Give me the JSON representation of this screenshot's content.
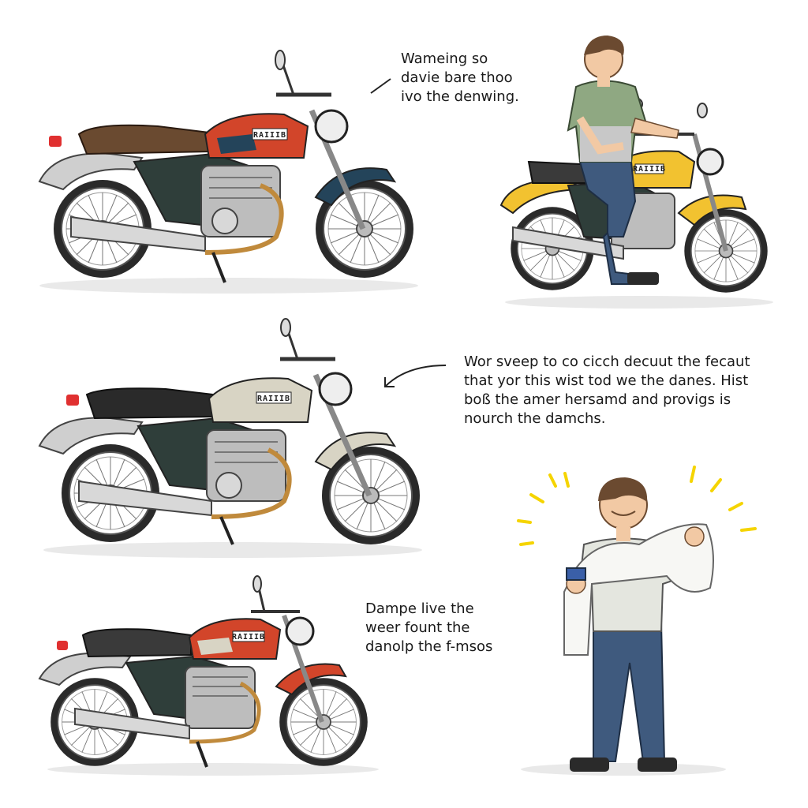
{
  "captions": {
    "top": [
      "Wameing so",
      "davie bare thoo",
      "ivo the denwing."
    ],
    "middle": [
      "Wor sveep to co cicch decuut the fecaut",
      "that yor this wist tod we the danes. Hist",
      "boß the amer hersamd and provigs is",
      "nourch the damchs."
    ],
    "bottom": [
      "Dampe live the",
      "weer fount the",
      "danolp the f-msos"
    ]
  },
  "badges": {
    "bike1": "RAIIIB",
    "bike2": "RAIIIB",
    "bike3": "RAIIIB",
    "bike4": "RAIIIB"
  },
  "colors": {
    "bike1_tank": "#d2452a",
    "bike2_tank": "#f2c230",
    "bike3_tank": "#d8d4c4",
    "bike4_tank": "#d2452a",
    "frame": "#2f3e3a",
    "shirt_green": "#8fa882",
    "jeans": "#3f5a7e",
    "spark": "#f5d400"
  },
  "icons": [
    "pointer-arrow-icon",
    "sparkle-icon"
  ]
}
